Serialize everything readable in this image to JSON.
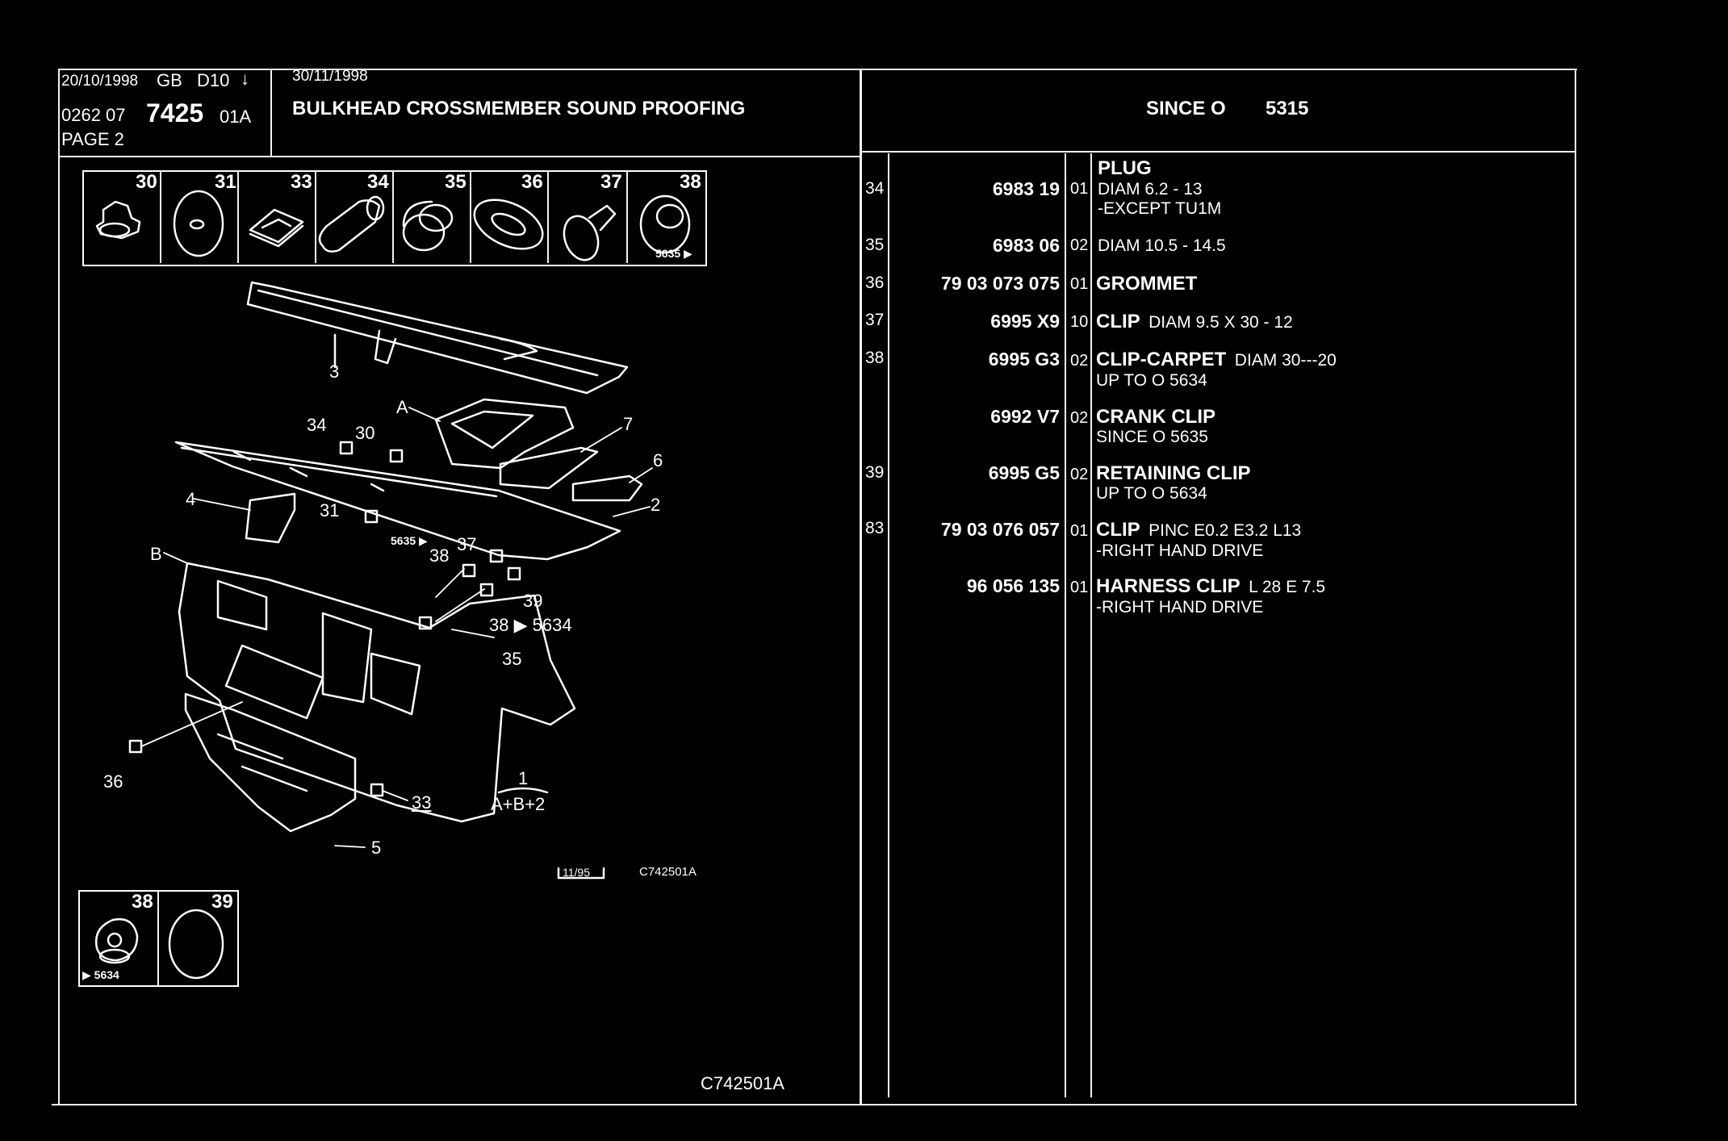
{
  "header": {
    "date1": "20/10/1998",
    "lang": "GB",
    "code": "D10",
    "ref_prefix": "0262 07",
    "ref_main": "7425",
    "ref_suffix": "01A",
    "page": "PAGE 2",
    "date2": "30/11/1998",
    "title": "BULKHEAD CROSSMEMBER SOUND PROOFING",
    "since_label": "SINCE O",
    "since_value": "5315"
  },
  "thumbs_top": [
    {
      "num": "30"
    },
    {
      "num": "31"
    },
    {
      "num": "33"
    },
    {
      "num": "34"
    },
    {
      "num": "35"
    },
    {
      "num": "36"
    },
    {
      "num": "37"
    },
    {
      "num": "38",
      "note": "5635 ▶"
    }
  ],
  "thumbs_bottom": [
    {
      "num": "38",
      "note": "▶ 5634"
    },
    {
      "num": "39"
    }
  ],
  "callouts": {
    "c3": "3",
    "cA": "A",
    "c7": "7",
    "c6": "6",
    "c2": "2",
    "c34": "34",
    "c30": "30",
    "c4": "4",
    "c31": "31",
    "cB": "B",
    "c5635": "5635 ▶",
    "c37": "37",
    "c38a": "38",
    "c39": "39",
    "c38b": "38 ▶ 5634",
    "c35": "35",
    "c36": "36",
    "c33": "33",
    "c1": "1",
    "cABtwo": "A+B+2",
    "c5": "5"
  },
  "drawing_date": "11/95",
  "drawing_ref": "C742501A",
  "footer_ref": "C742501A",
  "parts": [
    {
      "ref": "34",
      "partno": "6983 19",
      "qty": "01",
      "title": "PLUG",
      "lines": [
        "DIAM 6.2 - 13",
        "-EXCEPT TU1M"
      ]
    },
    {
      "ref": "35",
      "partno": "6983 06",
      "qty": "02",
      "title": "",
      "lines": [
        "DIAM 10.5 - 14.5"
      ]
    },
    {
      "ref": "36",
      "partno": "79 03 073 075",
      "qty": "01",
      "title": "GROMMET",
      "lines": []
    },
    {
      "ref": "37",
      "partno": "6995 X9",
      "qty": "10",
      "title": "CLIP",
      "inline": "DIAM 9.5 X 30 - 12",
      "lines": []
    },
    {
      "ref": "38",
      "partno": "6995 G3",
      "qty": "02",
      "title": "CLIP-CARPET",
      "inline": "DIAM 30---20",
      "lines": [
        "UP TO O 5634"
      ]
    },
    {
      "ref": "",
      "partno": "6992 V7",
      "qty": "02",
      "title": "CRANK CLIP",
      "lines": [
        "SINCE O 5635"
      ]
    },
    {
      "ref": "39",
      "partno": "6995 G5",
      "qty": "02",
      "title": "RETAINING CLIP",
      "lines": [
        "UP TO O 5634"
      ]
    },
    {
      "ref": "83",
      "partno": "79 03 076 057",
      "qty": "01",
      "title": "CLIP",
      "inline": "PINC E0.2 E3.2 L13",
      "lines": [
        "-RIGHT HAND DRIVE"
      ]
    },
    {
      "ref": "",
      "partno": "96 056 135",
      "qty": "01",
      "title": "HARNESS CLIP",
      "inline": "L 28 E 7.5",
      "lines": [
        "-RIGHT HAND DRIVE"
      ]
    }
  ]
}
